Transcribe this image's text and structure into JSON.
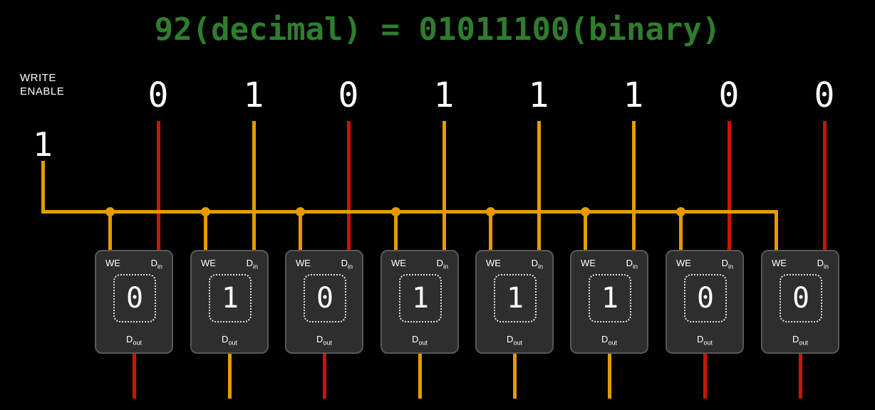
{
  "title": "92(decimal) = 01011100(binary)",
  "write_enable": {
    "label_line1": "WRITE",
    "label_line2": "ENABLE",
    "value": "1"
  },
  "bits": [
    "0",
    "1",
    "0",
    "1",
    "1",
    "1",
    "0",
    "0"
  ],
  "cell_values": [
    "0",
    "1",
    "0",
    "1",
    "1",
    "1",
    "0",
    "0"
  ],
  "cell_labels": {
    "we": "WE",
    "d": "D",
    "in_sub": "in",
    "out_sub": "out"
  },
  "colors": {
    "high": "#e59b00",
    "low": "#cc1400",
    "title_green": "#2e7d2e",
    "background": "#000000",
    "cell_bg": "#2e2e2e",
    "cell_border": "#585858",
    "text": "#ffffff"
  }
}
